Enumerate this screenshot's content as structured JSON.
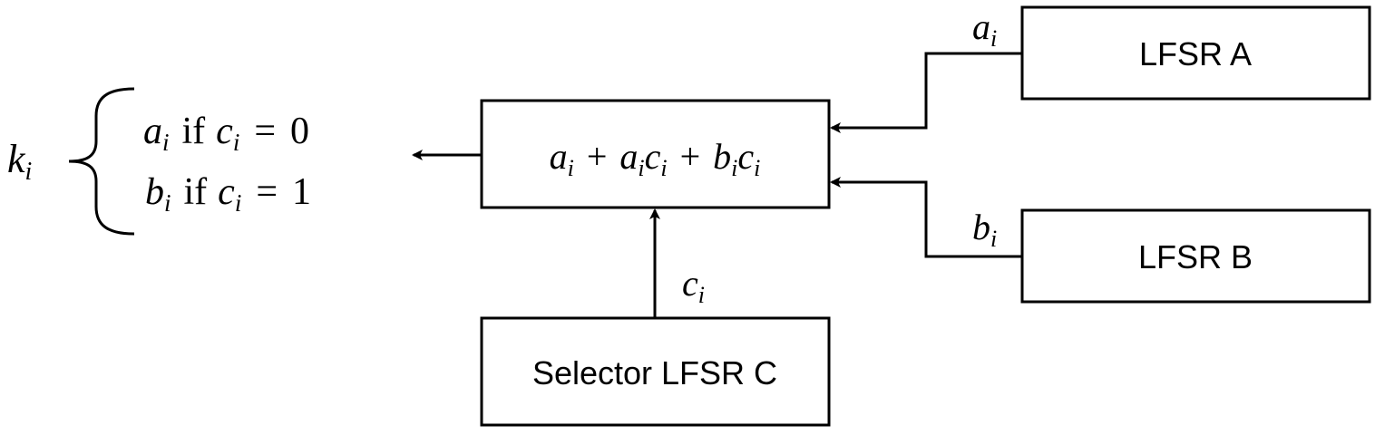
{
  "diagram": {
    "blocks": {
      "lfsr_a": "LFSR A",
      "lfsr_b": "LFSR B",
      "selector": "Selector LFSR C",
      "combiner": {
        "t1": "a",
        "t1_sub": "i",
        "op1": "+",
        "t2a": "a",
        "t2a_sub": "i",
        "t2b": "c",
        "t2b_sub": "i",
        "op2": "+",
        "t3a": "b",
        "t3a_sub": "i",
        "t3b": "c",
        "t3b_sub": "i"
      }
    },
    "signals": {
      "a": {
        "var": "a",
        "sub": "i"
      },
      "b": {
        "var": "b",
        "sub": "i"
      },
      "c": {
        "var": "c",
        "sub": "i"
      }
    },
    "output": {
      "var": "k",
      "sub": "i",
      "case1": {
        "var": "a",
        "sub": "i",
        "word": "if",
        "cvar": "c",
        "csub": "i",
        "eq": "=",
        "val": "0"
      },
      "case2": {
        "var": "b",
        "sub": "i",
        "word": "if",
        "cvar": "c",
        "csub": "i",
        "eq": "=",
        "val": "1"
      }
    },
    "colors": {
      "stroke": "#000000",
      "background": "#ffffff"
    }
  }
}
